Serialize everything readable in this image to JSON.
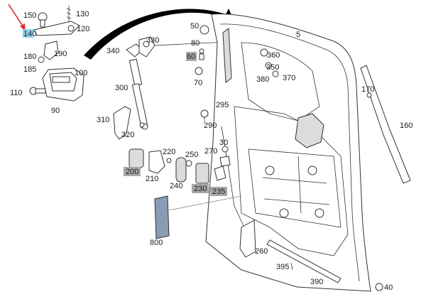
{
  "labels": [
    {
      "id": "150",
      "text": "150"
    },
    {
      "id": "130",
      "text": "130"
    },
    {
      "id": "140",
      "text": "140",
      "highlight": "blue"
    },
    {
      "id": "120",
      "text": "120"
    },
    {
      "id": "180",
      "text": "180"
    },
    {
      "id": "190",
      "text": "190"
    },
    {
      "id": "185",
      "text": "185"
    },
    {
      "id": "100",
      "text": "100"
    },
    {
      "id": "110",
      "text": "110"
    },
    {
      "id": "90",
      "text": "90"
    },
    {
      "id": "50",
      "text": "50"
    },
    {
      "id": "5",
      "text": "5"
    },
    {
      "id": "330",
      "text": "330"
    },
    {
      "id": "340",
      "text": "340"
    },
    {
      "id": "80",
      "text": "80"
    },
    {
      "id": "60",
      "text": "60",
      "highlight": "grey"
    },
    {
      "id": "70",
      "text": "70"
    },
    {
      "id": "360",
      "text": "360"
    },
    {
      "id": "350",
      "text": "350"
    },
    {
      "id": "380",
      "text": "380"
    },
    {
      "id": "370",
      "text": "370"
    },
    {
      "id": "300",
      "text": "300"
    },
    {
      "id": "170",
      "text": "170"
    },
    {
      "id": "160",
      "text": "160"
    },
    {
      "id": "295",
      "text": "295"
    },
    {
      "id": "290",
      "text": "290"
    },
    {
      "id": "310",
      "text": "310"
    },
    {
      "id": "320",
      "text": "320"
    },
    {
      "id": "30",
      "text": "30"
    },
    {
      "id": "270",
      "text": "270"
    },
    {
      "id": "220",
      "text": "220"
    },
    {
      "id": "250",
      "text": "250"
    },
    {
      "id": "200",
      "text": "200",
      "highlight": "grey"
    },
    {
      "id": "210",
      "text": "210"
    },
    {
      "id": "240",
      "text": "240"
    },
    {
      "id": "230",
      "text": "230",
      "highlight": "grey"
    },
    {
      "id": "235",
      "text": "235",
      "highlight": "grey"
    },
    {
      "id": "800",
      "text": "800"
    },
    {
      "id": "260",
      "text": "260"
    },
    {
      "id": "395",
      "text": "395"
    },
    {
      "id": "390",
      "text": "390"
    },
    {
      "id": "40",
      "text": "40"
    }
  ],
  "colors": {
    "highlight_grey": "#a8a8a8",
    "highlight_blue": "#8fd0ef",
    "pointer_arrow": "#e03030",
    "line": "#333333"
  }
}
